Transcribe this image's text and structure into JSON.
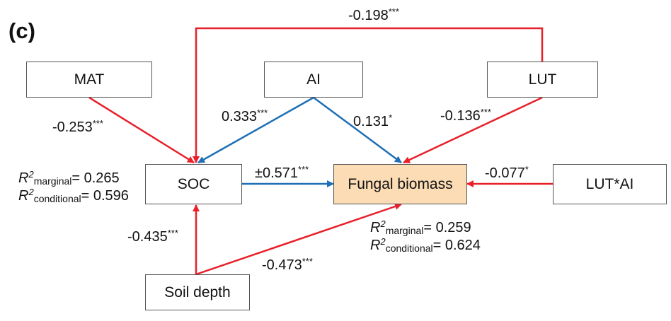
{
  "panel_label": "(c)",
  "nodes": {
    "mat": "MAT",
    "ai": "AI",
    "lut": "LUT",
    "soc": "SOC",
    "fungal": "Fungal biomass",
    "lutai": "LUT*AI",
    "soil": "Soil depth"
  },
  "paths": {
    "lut_soc": {
      "value": "-0.198",
      "sig": "***"
    },
    "mat_soc": {
      "value": "-0.253",
      "sig": "***"
    },
    "ai_soc": {
      "value": "0.333",
      "sig": "***"
    },
    "ai_fungal": {
      "value": "0.131",
      "sig": "*"
    },
    "lut_fungal": {
      "value": "-0.136",
      "sig": "***"
    },
    "soc_fungal": {
      "value": "±0.571",
      "sig": "***"
    },
    "lutai_fungal": {
      "value": "-0.077",
      "sig": "*"
    },
    "soil_soc": {
      "value": "-0.435",
      "sig": "***"
    },
    "soil_fungal": {
      "value": "-0.473",
      "sig": "***"
    }
  },
  "r2": {
    "symbol": "R",
    "power": "2",
    "marginal_sub": "marginal",
    "conditional_sub": "conditional",
    "soc_marginal": "= 0.265",
    "soc_conditional": "= 0.596",
    "fungal_marginal": "= 0.259",
    "fungal_conditional": "= 0.624"
  },
  "colors": {
    "negative_path": "#e8202a",
    "positive_path": "#1f6fb5",
    "fungal_fill": "#fbdcb4",
    "box_border": "#555555"
  }
}
